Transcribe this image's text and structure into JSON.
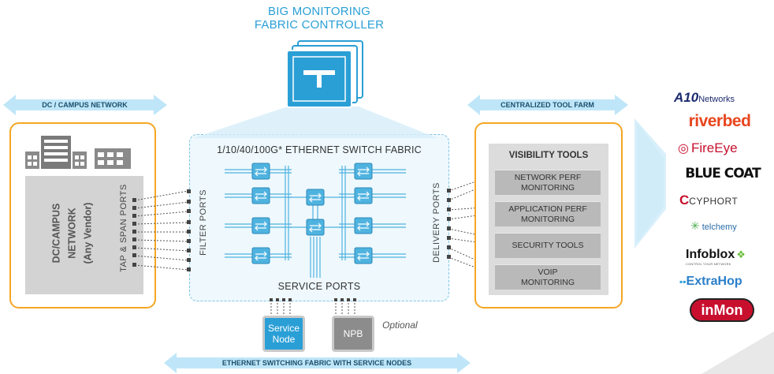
{
  "controller": {
    "title_line1": "BIG MONITORING",
    "title_line2": "FABRIC CONTROLLER"
  },
  "arrows": {
    "dc_campus": "DC / CAMPUS NETWORK",
    "tool_farm": "CENTRALIZED TOOL FARM",
    "service_fabric": "ETHERNET SWITCHING FABRIC WITH SERVICE NODES"
  },
  "dc": {
    "line1": "DC/CAMPUS",
    "line2": "NETWORK",
    "line3": "(Any Vendor)",
    "ports_label": "TAP & SPAN PORTS"
  },
  "fabric": {
    "title": "1/10/40/100G* ETHERNET SWITCH FABRIC",
    "filter_ports": "FILTER PORTS",
    "delivery_ports": "DELIVERY PORTS",
    "service_ports": "SERVICE PORTS"
  },
  "service_nodes": {
    "service_node_line1": "Service",
    "service_node_line2": "Node",
    "npb": "NPB",
    "optional": "Optional"
  },
  "tools": {
    "title": "VISIBILITY TOOLS",
    "items": [
      {
        "line1": "NETWORK PERF",
        "line2": "MONITORING"
      },
      {
        "line1": "APPLICATION PERF",
        "line2": "MONITORING"
      },
      {
        "line1": "SECURITY TOOLS",
        "line2": ""
      },
      {
        "line1": "VOIP",
        "line2": "MONITORING"
      }
    ]
  },
  "vendors": [
    {
      "name": "A10 Networks",
      "prefix": "A10",
      "suffix": "Networks"
    },
    {
      "name": "riverbed"
    },
    {
      "name": "FireEye"
    },
    {
      "name": "BLUE COAT"
    },
    {
      "name": "CYPHORT"
    },
    {
      "name": "telchemy"
    },
    {
      "name": "Infoblox",
      "tagline": "CONTROL YOUR NETWORK"
    },
    {
      "name": "ExtraHop"
    },
    {
      "name": "inMon"
    }
  ],
  "colors": {
    "accent_blue": "#2a9fd6",
    "arrow_blue": "#bfe6f8",
    "orange": "#f5a623",
    "switch_blue": "#4fb3e0"
  }
}
